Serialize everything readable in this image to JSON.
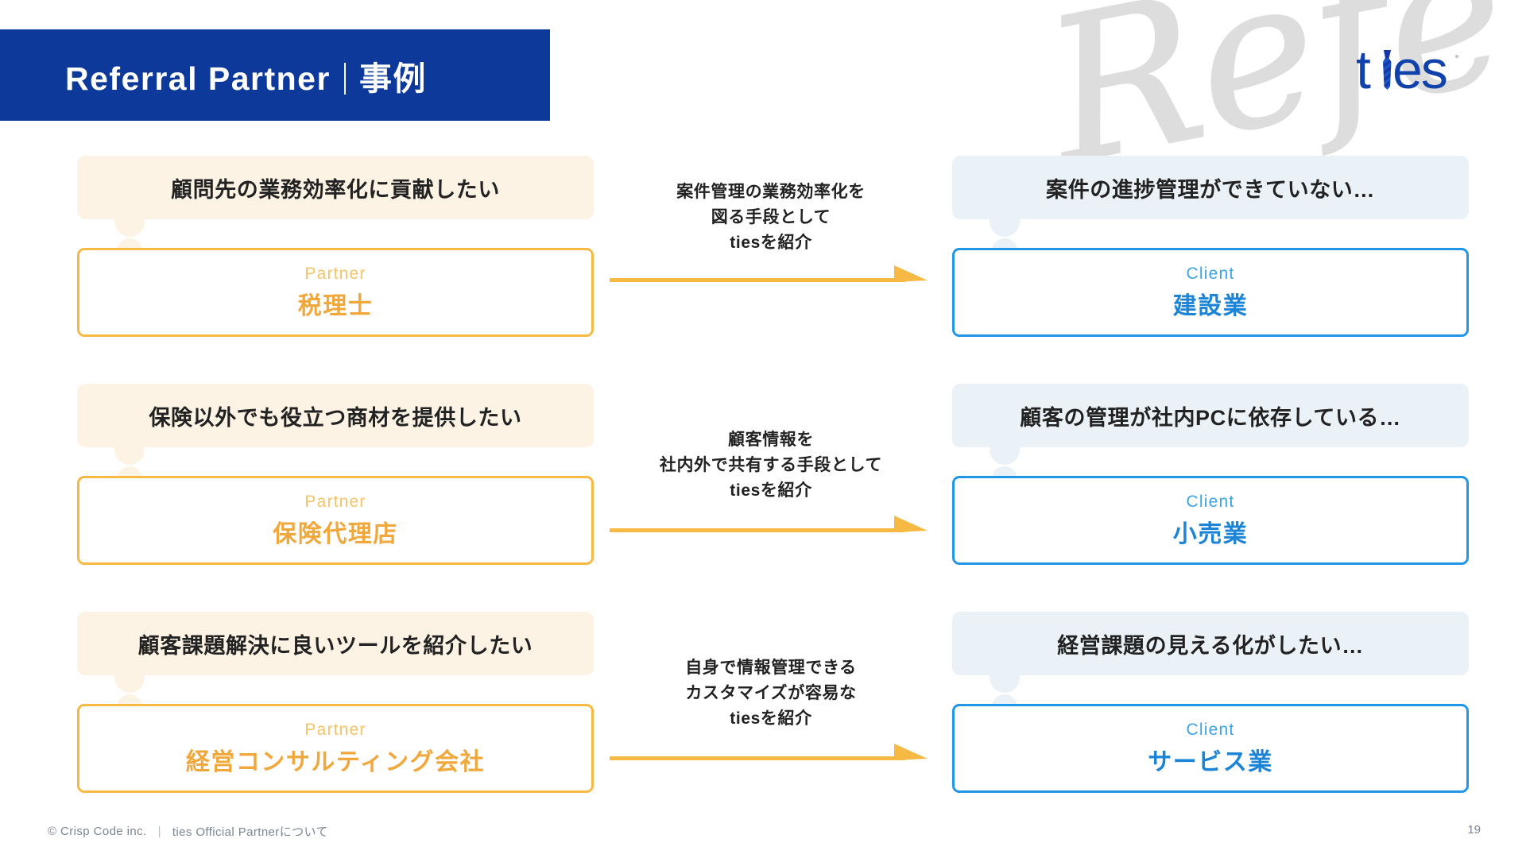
{
  "header": {
    "title_en": "Referral Partner",
    "title_jp": "事例",
    "logo_text": "ties",
    "watermark_text": "Referral"
  },
  "colors": {
    "brand_blue": "#0d399a",
    "partner_orange": "#f5b944",
    "partner_bubble": "#fcf3e4",
    "client_blue": "#2196e8",
    "client_bubble": "#eaf1f7",
    "arrow": "#f5b944",
    "text_dark": "#222222",
    "footer_gray": "#7c8594"
  },
  "rows": [
    {
      "partner": {
        "bubble": "顧問先の業務効率化に貢献したい",
        "role": "Partner",
        "name": "税理士"
      },
      "bridge": {
        "lines": [
          "案件管理の業務効率化を",
          "図る手段として",
          "tiesを紹介"
        ]
      },
      "client": {
        "bubble": "案件の進捗管理ができていない…",
        "role": "Client",
        "name": "建設業"
      }
    },
    {
      "partner": {
        "bubble": "保険以外でも役立つ商材を提供したい",
        "role": "Partner",
        "name": "保険代理店"
      },
      "bridge": {
        "lines": [
          "顧客情報を",
          "社内外で共有する手段として",
          "tiesを紹介"
        ]
      },
      "client": {
        "bubble": "顧客の管理が社内PCに依存している…",
        "role": "Client",
        "name": "小売業"
      }
    },
    {
      "partner": {
        "bubble": "顧客課題解決に良いツールを紹介したい",
        "role": "Partner",
        "name": "経営コンサルティング会社"
      },
      "bridge": {
        "lines": [
          "自身で情報管理できる",
          "カスタマイズが容易な",
          "tiesを紹介"
        ]
      },
      "client": {
        "bubble": "経営課題の見える化がしたい…",
        "role": "Client",
        "name": "サービス業"
      }
    }
  ],
  "footer": {
    "copyright": "© Crisp Code inc.",
    "separator": "|",
    "note": "ties Official Partnerについて",
    "page_number": "19"
  }
}
